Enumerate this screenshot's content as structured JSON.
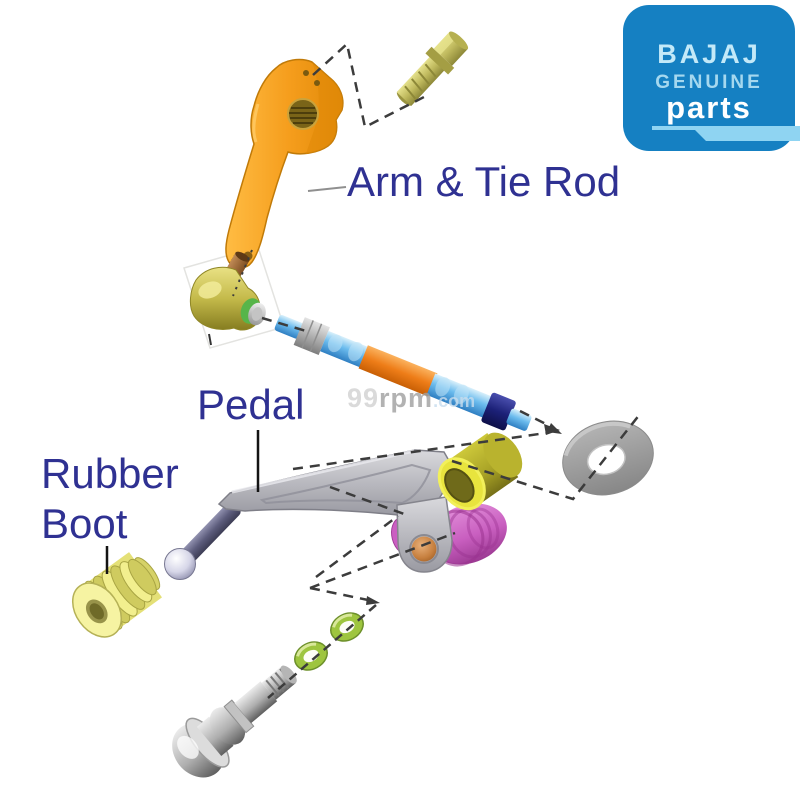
{
  "labels": {
    "arm_tie_rod": "Arm & Tie Rod",
    "pedal": "Pedal",
    "rubber_boot_line1": "Rubber",
    "rubber_boot_line2": "Boot"
  },
  "logo": {
    "brand": "BAJAJ",
    "genuine": "GENUINE",
    "parts": "parts"
  },
  "watermark": {
    "prefix": "99",
    "mid": "rpm",
    "suffix": ".com"
  },
  "colors": {
    "label_text": "#2f3192",
    "logo_bg": "#1580c2",
    "logo_brand_text": "#c3e9f8",
    "logo_genuine_text": "#a5d8ef",
    "logo_parts_text": "#ffffff",
    "logo_underline": "#8fd4f2",
    "watermark_light": "#d2d2d2",
    "watermark_dark": "#a0a0a0",
    "watermark_blue": "#c8ddee",
    "arm_orange": "#f59d1c",
    "bolt_olive": "#c0ba5e",
    "tie_rod_blue": "#5fb0e8",
    "tie_rod_orange": "#ef7f1d",
    "lock_nut_navy": "#1c2277",
    "washer_gray": "#9c9c9c",
    "pedal_gray": "#b9b9bf",
    "bushing_olive": "#b3ad2b",
    "joint_magenta": "#c95fc0",
    "boot_yellow": "#eeeb86",
    "oring_green": "#95c23d",
    "pivot_bolt_gray": "#a8a8a8",
    "dash_line": "#3c3c3c"
  }
}
